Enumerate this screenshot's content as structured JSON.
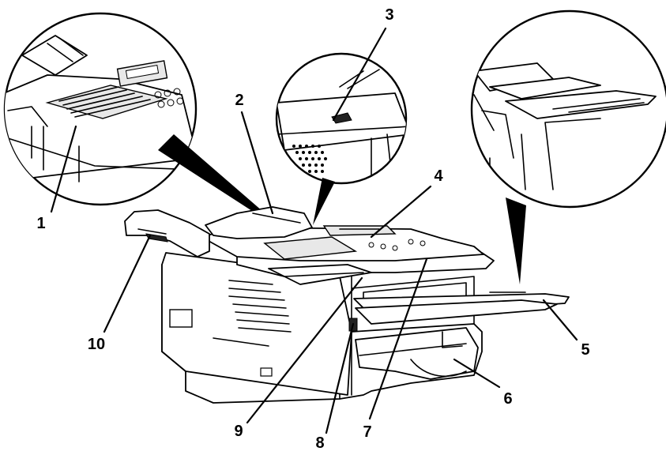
{
  "callouts": [
    {
      "id": "1",
      "label": "1"
    },
    {
      "id": "2",
      "label": "2"
    },
    {
      "id": "3",
      "label": "3"
    },
    {
      "id": "4",
      "label": "4"
    },
    {
      "id": "5",
      "label": "5"
    },
    {
      "id": "6",
      "label": "6"
    },
    {
      "id": "7",
      "label": "7"
    },
    {
      "id": "8",
      "label": "8"
    },
    {
      "id": "9",
      "label": "9"
    },
    {
      "id": "10",
      "label": "10"
    }
  ],
  "colors": {
    "ink": "#000000",
    "paper": "#ffffff",
    "shade": "#e8e8e8"
  }
}
